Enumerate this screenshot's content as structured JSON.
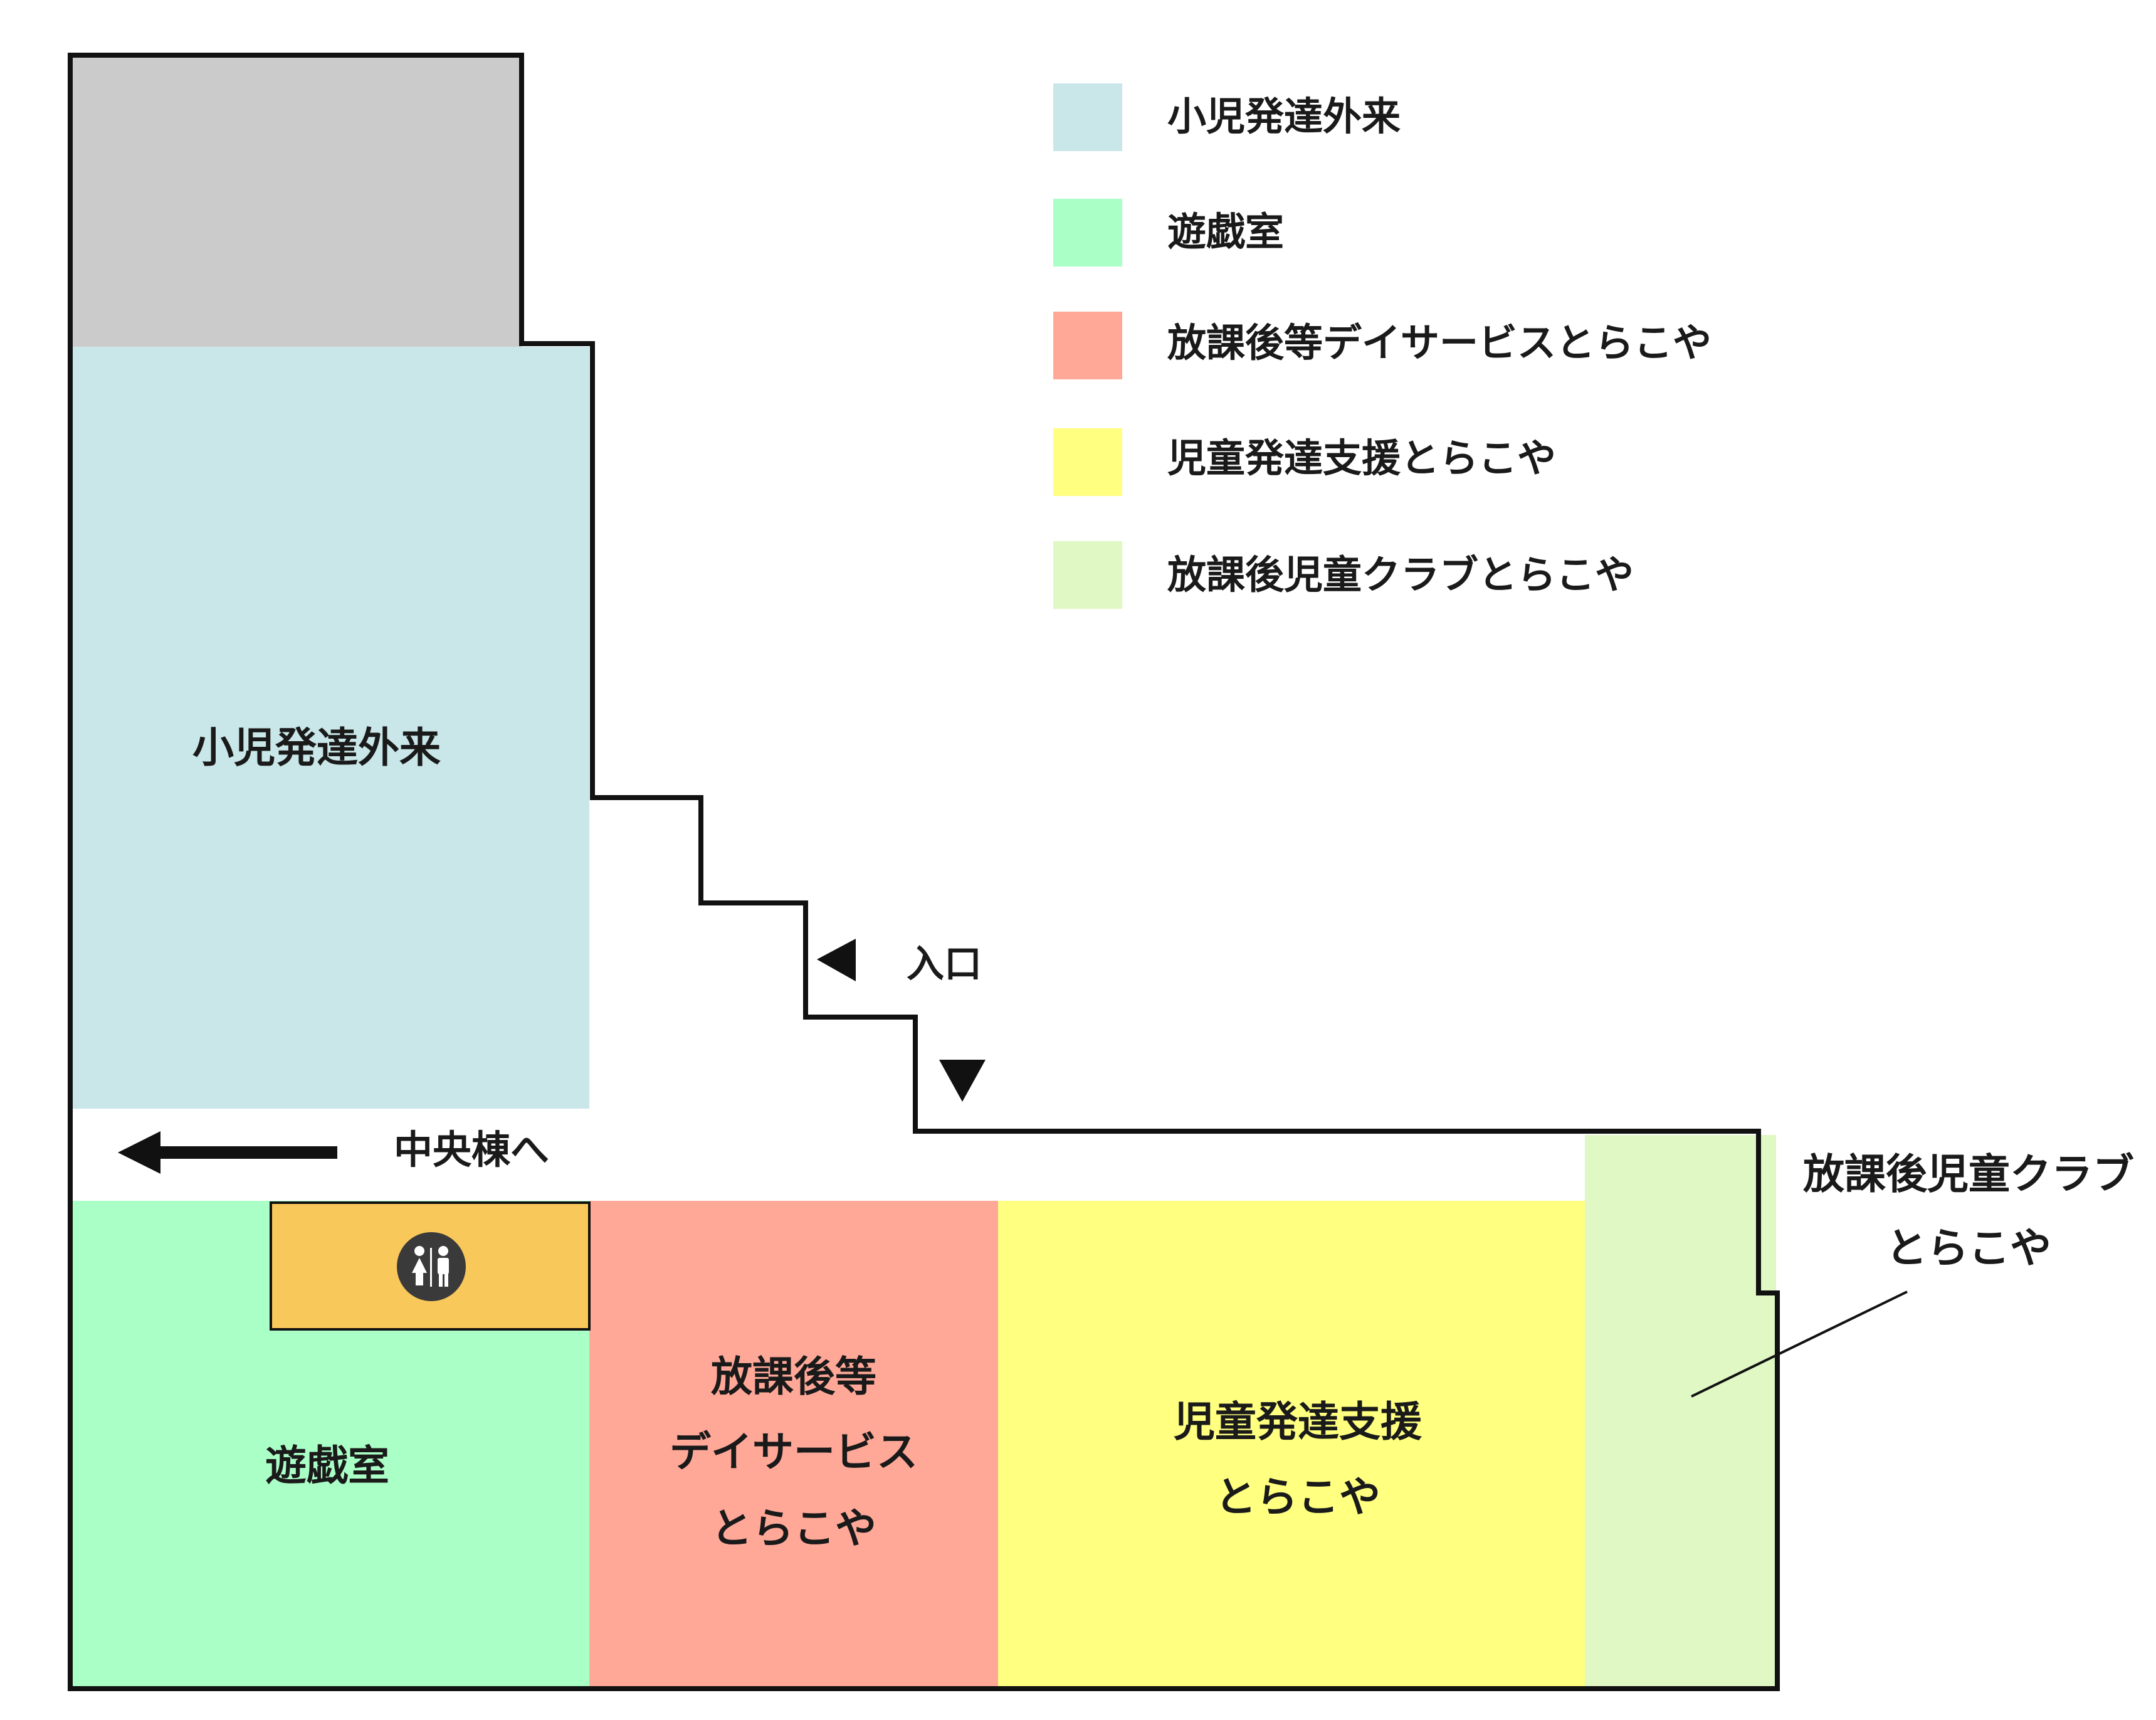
{
  "colors": {
    "pediatric_outpatient": "#c9e6e8",
    "playroom": "#aaffc6",
    "after_school_day": "#ffa898",
    "child_dev_support": "#ffff80",
    "after_school_club": "#e0f8c4",
    "unused": "#cbcbcb",
    "restroom": "#f9c85a",
    "outline": "#111111"
  },
  "legend": [
    {
      "color_key": "pediatric_outpatient",
      "label": "小児発達外来"
    },
    {
      "color_key": "playroom",
      "label": "遊戯室"
    },
    {
      "color_key": "after_school_day",
      "label": "放課後等デイサービスとらこや"
    },
    {
      "color_key": "child_dev_support",
      "label": "児童発達支援とらこや"
    },
    {
      "color_key": "after_school_club",
      "label": "放課後児童クラブとらこや"
    }
  ],
  "rooms": {
    "pediatric_outpatient": {
      "lines": [
        "小児発達外来"
      ]
    },
    "playroom": {
      "lines": [
        "遊戯室"
      ]
    },
    "after_school_day": {
      "lines": [
        "放課後等",
        "デイサービス",
        "とらこや"
      ]
    },
    "child_dev_support": {
      "lines": [
        "児童発達支援",
        "とらこや"
      ]
    },
    "after_school_club": {
      "lines": [
        "放課後児童クラブ",
        "とらこや"
      ]
    }
  },
  "markers": {
    "entrance_label": "入口",
    "central_wing_label": "中央棟へ",
    "restroom_icon": "restroom-icon"
  }
}
